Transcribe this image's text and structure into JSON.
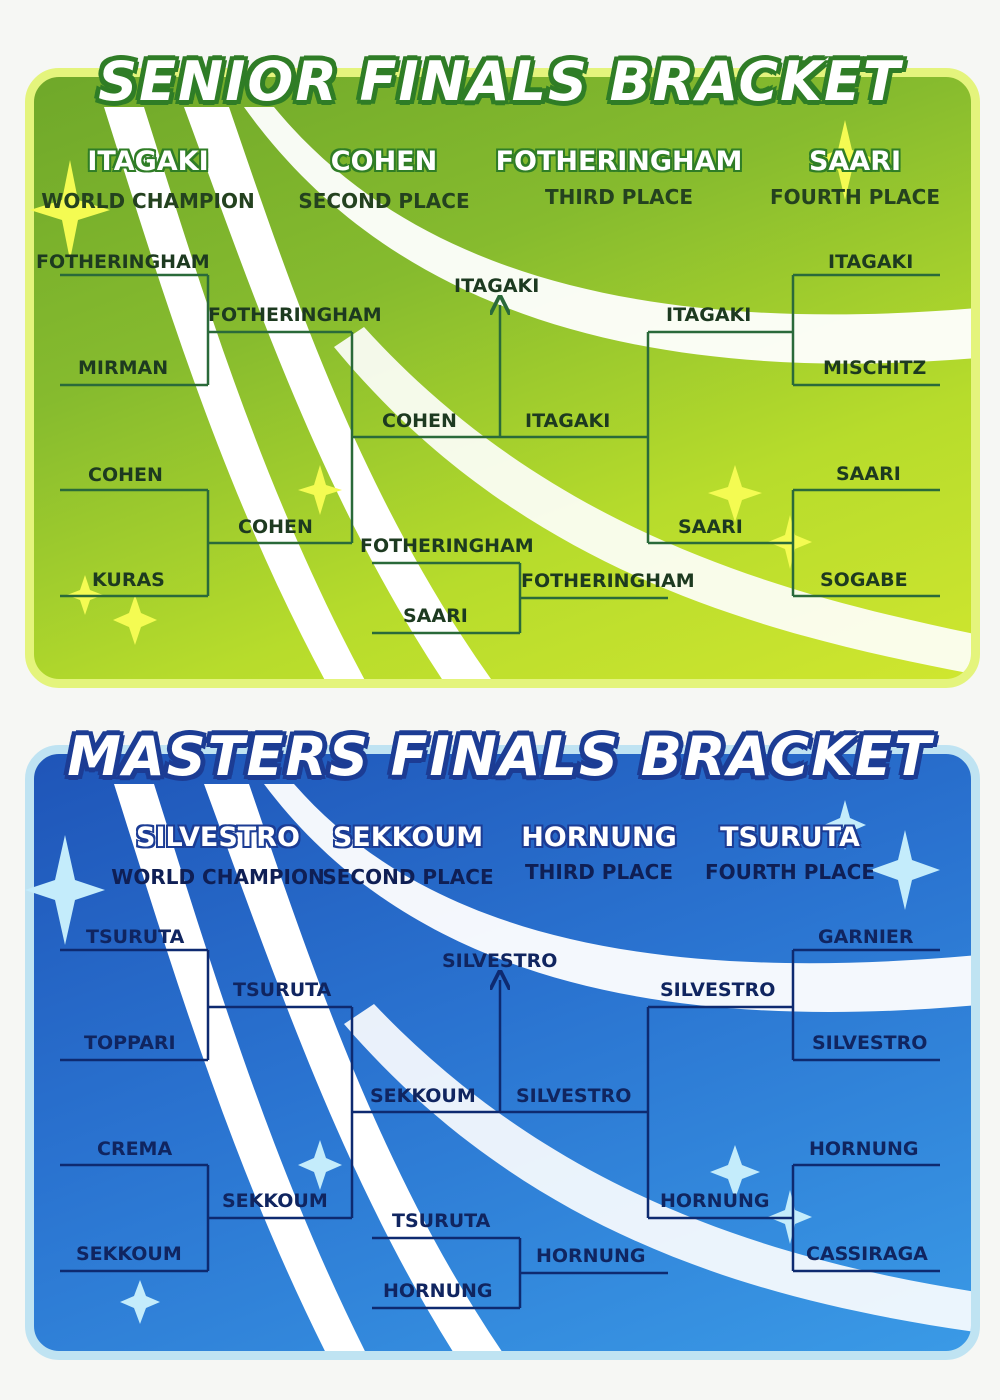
{
  "senior": {
    "title": "SENIOR FINALS BRACKET",
    "placings": [
      {
        "name": "ITAGAKI",
        "label": "WORLD CHAMPION"
      },
      {
        "name": "COHEN",
        "label": "SECOND PLACE"
      },
      {
        "name": "FOTHERINGHAM",
        "label": "THIRD PLACE"
      },
      {
        "name": "SAARI",
        "label": "FOURTH PLACE"
      }
    ],
    "bracket": {
      "left_r1": [
        "FOTHERINGHAM",
        "MIRMAN",
        "COHEN",
        "KURAS"
      ],
      "left_r2": [
        "FOTHERINGHAM",
        "COHEN"
      ],
      "right_r1": [
        "ITAGAKI",
        "MISCHITZ",
        "SAARI",
        "SOGABE"
      ],
      "right_r2": [
        "ITAGAKI",
        "SAARI"
      ],
      "final": [
        "COHEN",
        "ITAGAKI"
      ],
      "champion": "ITAGAKI",
      "third_match": [
        "FOTHERINGHAM",
        "SAARI"
      ],
      "third_winner": "FOTHERINGHAM"
    }
  },
  "masters": {
    "title": "MASTERS FINALS BRACKET",
    "placings": [
      {
        "name": "SILVESTRO",
        "label": "WORLD CHAMPION"
      },
      {
        "name": "SEKKOUM",
        "label": "SECOND PLACE"
      },
      {
        "name": "HORNUNG",
        "label": "THIRD PLACE"
      },
      {
        "name": "TSURUTA",
        "label": "FOURTH PLACE"
      }
    ],
    "bracket": {
      "left_r1": [
        "TSURUTA",
        "TOPPARI",
        "CREMA",
        "SEKKOUM"
      ],
      "left_r2": [
        "TSURUTA",
        "SEKKOUM"
      ],
      "right_r1": [
        "GARNIER",
        "SILVESTRO",
        "HORNUNG",
        "CASSIRAGA"
      ],
      "right_r2": [
        "SILVESTRO",
        "HORNUNG"
      ],
      "final": [
        "SEKKOUM",
        "SILVESTRO"
      ],
      "champion": "SILVESTRO",
      "third_match": [
        "TSURUTA",
        "HORNUNG"
      ],
      "third_winner": "HORNUNG"
    }
  }
}
